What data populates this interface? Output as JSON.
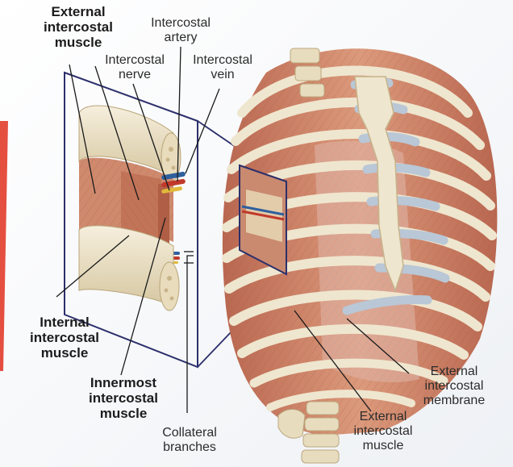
{
  "labels": {
    "external_intercostal_top": [
      "External",
      "intercostal",
      "muscle"
    ],
    "intercostal_artery": [
      "Intercostal",
      "artery"
    ],
    "intercostal_nerve": [
      "Intercostal",
      "nerve"
    ],
    "intercostal_vein": [
      "Intercostal",
      "vein"
    ],
    "internal_intercostal": [
      "Internal",
      "intercostal",
      "muscle"
    ],
    "innermost_intercostal": [
      "Innermost",
      "intercostal",
      "muscle"
    ],
    "collateral_branches": [
      "Collateral",
      "branches"
    ],
    "external_intercostal_bottom": [
      "External",
      "intercostal",
      "muscle"
    ],
    "external_intercostal_membrane": [
      "External",
      "intercostal",
      "membrane"
    ]
  },
  "colors": {
    "muscle": "#cf8a6e",
    "muscle_dark": "#b86a52",
    "bone": "#efe6cf",
    "bone_shade": "#d9cba6",
    "cartilage": "#b9c7d6",
    "artery": "#c0392b",
    "vein": "#2f5f9e",
    "nerve": "#e2b93b",
    "frame": "#2c2f6b",
    "leader": "#1a1a1a",
    "accent_left": "#e0301e"
  }
}
